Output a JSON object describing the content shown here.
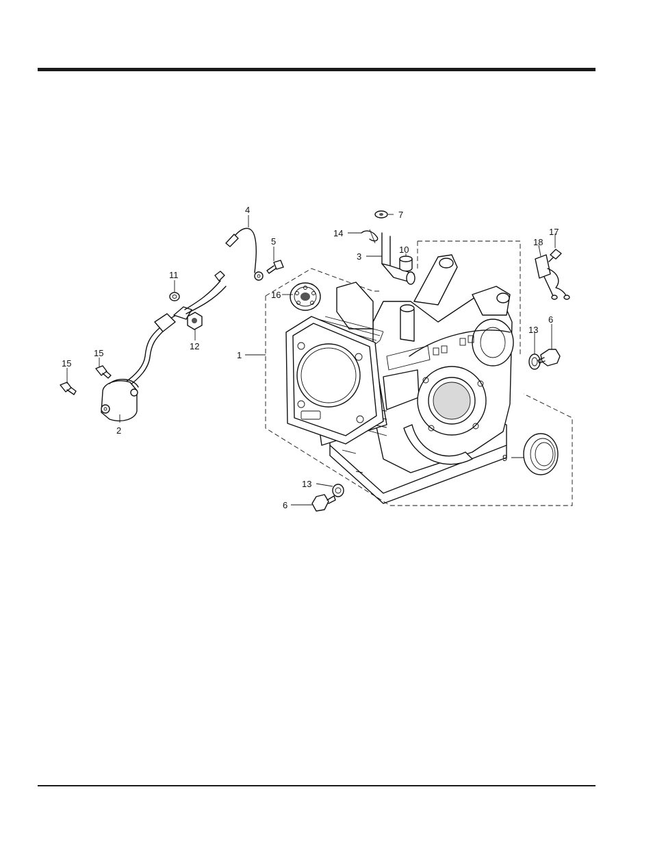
{
  "part_labels": {
    "p1": "1",
    "p2": "2",
    "p3": "3",
    "p4": "4",
    "p5": "5",
    "p6a": "6",
    "p6b": "6",
    "p7": "7",
    "p9": "9",
    "p10": "10",
    "p11": "11",
    "p12": "12",
    "p13a": "13",
    "p13b": "13",
    "p14": "14",
    "p15a": "15",
    "p15b": "15",
    "p16": "16",
    "p17": "17",
    "p18": "18"
  }
}
